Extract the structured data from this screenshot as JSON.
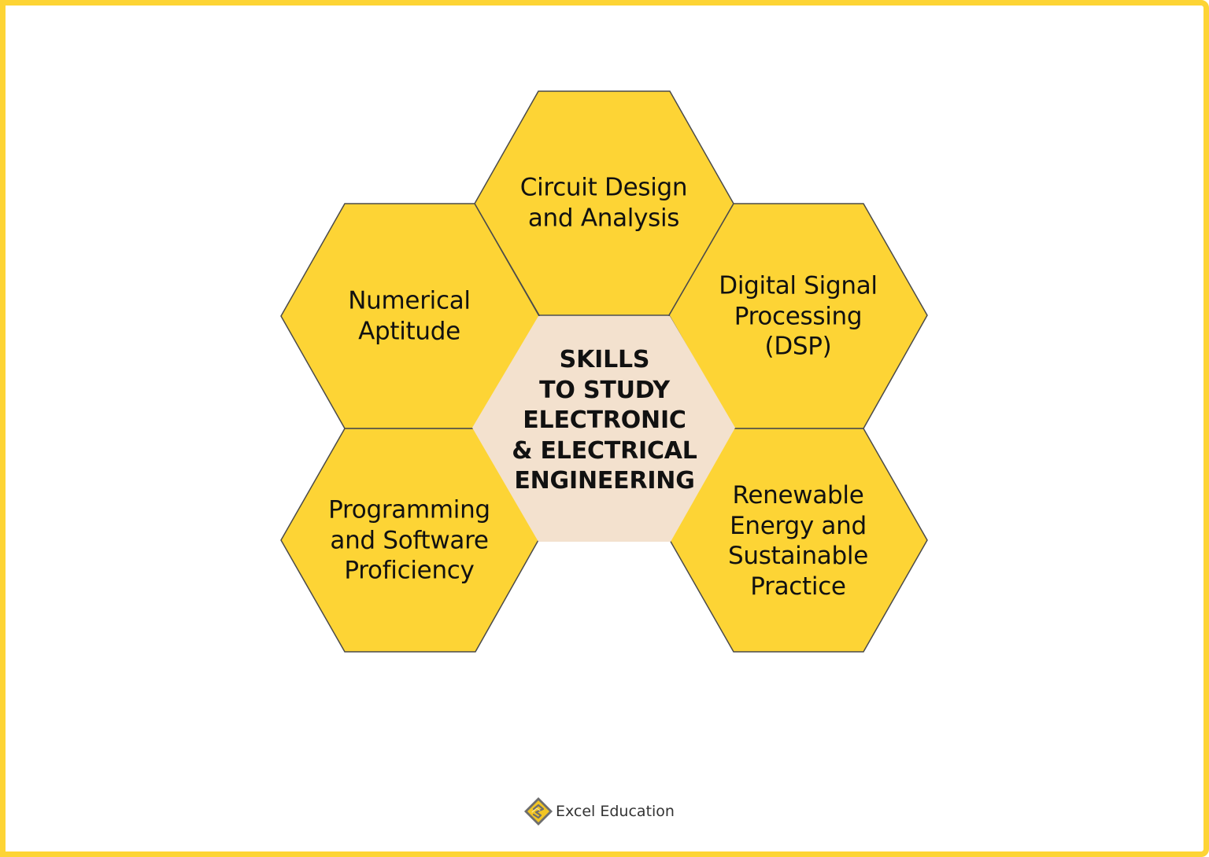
{
  "diagram": {
    "type": "hexagon-honeycomb",
    "center": {
      "label": "SKILLS\nTO STUDY\nELECTRONIC\n& ELECTRICAL\nENGINEERING",
      "fill": "#F3E1CE"
    },
    "petals": [
      {
        "id": "top",
        "label": "Circuit Design\nand Analysis"
      },
      {
        "id": "top-left",
        "label": "Numerical\nAptitude"
      },
      {
        "id": "top-right",
        "label": "Digital Signal\nProcessing\n(DSP)"
      },
      {
        "id": "bottom-left",
        "label": "Programming\nand Software\nProficiency"
      },
      {
        "id": "bottom-right",
        "label": "Renewable\nEnergy and\nSustainable\nPractice"
      }
    ],
    "colors": {
      "petal_fill": "#FDD435",
      "petal_stroke": "#4A4A4A",
      "frame_border": "#FDD435",
      "text": "#111111"
    }
  },
  "footer": {
    "logo_text": "Excel Education"
  }
}
